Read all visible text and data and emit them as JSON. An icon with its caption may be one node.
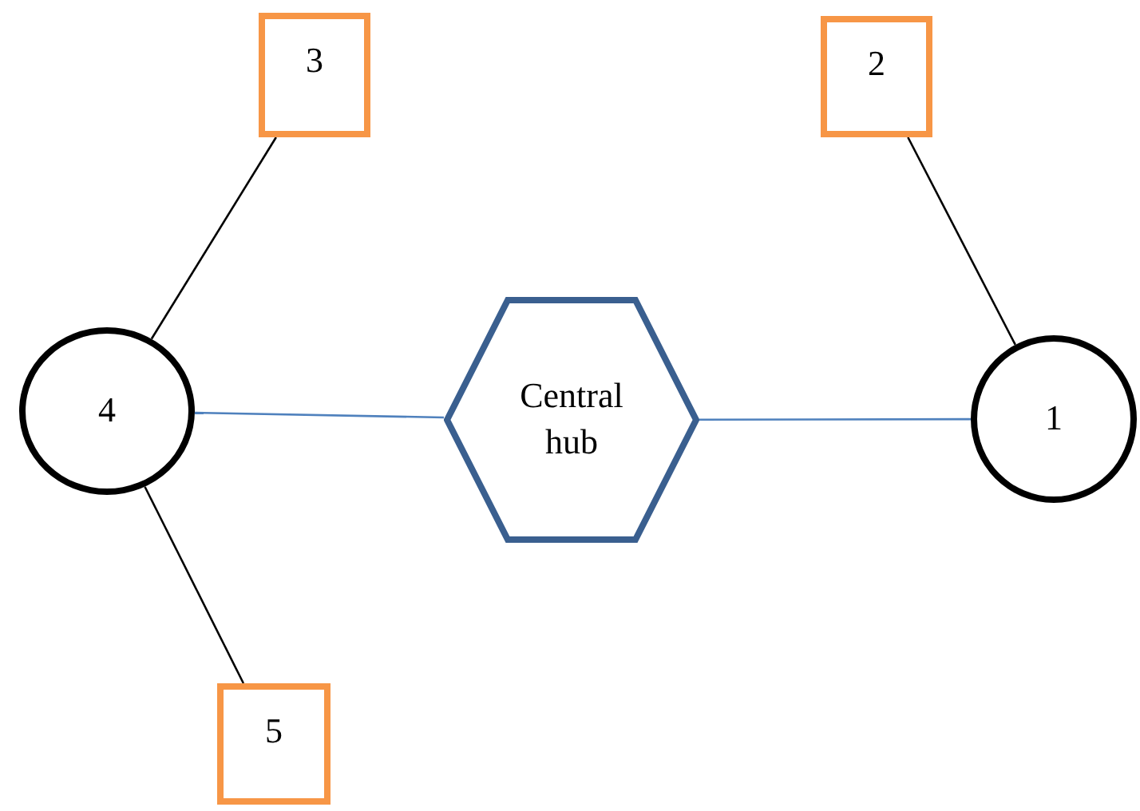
{
  "diagram": {
    "nodes": [
      {
        "text": [
          "3"
        ]
      },
      {
        "text": [
          "2"
        ]
      },
      {
        "text": [
          "4"
        ]
      },
      {
        "text": [
          "Central hub"
        ]
      },
      {
        "text": [
          "1"
        ]
      },
      {
        "text": [
          "5"
        ]
      }
    ],
    "edges": [
      {
        "from": 2,
        "to": 0,
        "arrow": "none"
      },
      {
        "from": 4,
        "to": 1,
        "arrow": "none"
      },
      {
        "from": 3,
        "to": 2,
        "arrow": "none",
        "color": "#4f81bd"
      },
      {
        "from": 3,
        "to": 4,
        "arrow": "none",
        "color": "#4f81bd"
      },
      {
        "from": 2,
        "to": 5,
        "arrow": "none"
      }
    ]
  }
}
